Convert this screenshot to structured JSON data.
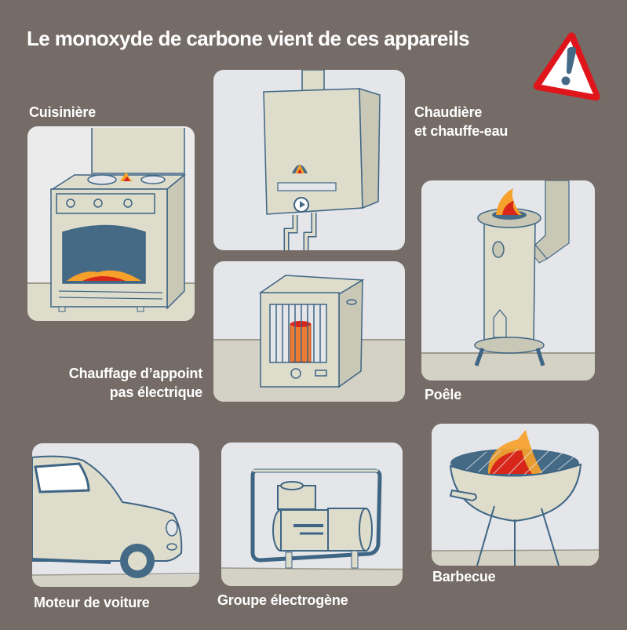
{
  "title": "Le monoxyde de carbone vient de ces appareils",
  "warning_icon": "warning-triangle-icon",
  "colors": {
    "background": "#756b67",
    "panel_wall": "#e4e6ea",
    "panel_floor": "#d4d1c5",
    "appliance": "#dedccb",
    "outline": "#3f6584",
    "flame_orange": "#f5a12b",
    "flame_red": "#d8261a",
    "warning_red": "#e0151c"
  },
  "items": [
    {
      "id": "cuisiniere",
      "label_lines": [
        "Cuisinière"
      ],
      "icon": "stove-icon"
    },
    {
      "id": "chaudiere",
      "label_lines": [
        "Chaudière",
        "et chauffe-eau"
      ],
      "icon": "boiler-icon"
    },
    {
      "id": "chauffage",
      "label_lines": [
        "Chauffage d’appoint",
        "pas électrique"
      ],
      "icon": "space-heater-icon"
    },
    {
      "id": "poele",
      "label_lines": [
        "Poêle"
      ],
      "icon": "wood-stove-icon"
    },
    {
      "id": "voiture",
      "label_lines": [
        "Moteur de voiture"
      ],
      "icon": "car-icon"
    },
    {
      "id": "groupe",
      "label_lines": [
        "Groupe électrogène"
      ],
      "icon": "generator-icon"
    },
    {
      "id": "barbecue",
      "label_lines": [
        "Barbecue"
      ],
      "icon": "barbecue-icon"
    }
  ]
}
